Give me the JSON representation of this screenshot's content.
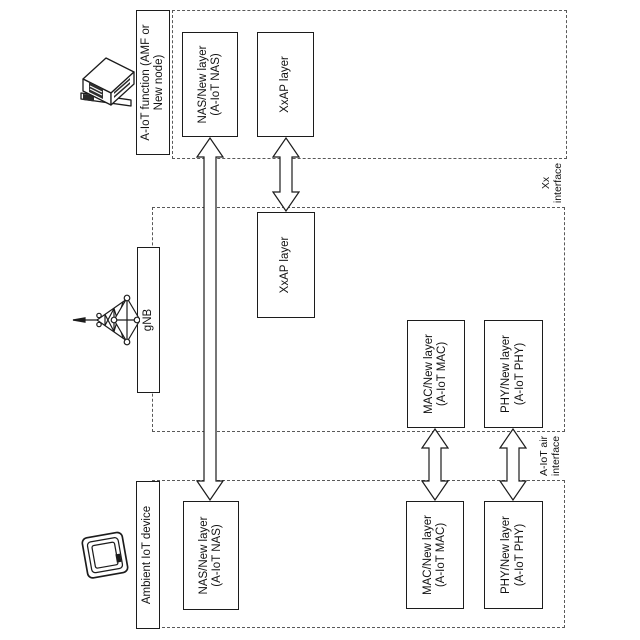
{
  "regions": {
    "device": {
      "label_line1": "Ambient IoT device",
      "icon": "rfid-tag-icon",
      "boxes": {
        "nas": {
          "line1": "NAS/New layer",
          "line2": "(A-IoT NAS)"
        },
        "mac": {
          "line1": "MAC/New layer",
          "line2": "(A-IoT MAC)"
        },
        "phy": {
          "line1": "PHY/New layer",
          "line2": "(A-IoT PHY)"
        }
      }
    },
    "gnb": {
      "label_line1": "gNB",
      "icon": "antenna-tower-icon",
      "boxes": {
        "xxap": {
          "line1": "XxAP layer"
        },
        "mac": {
          "line1": "MAC/New layer",
          "line2": "(A-IoT MAC)"
        },
        "phy": {
          "line1": "PHY/New layer",
          "line2": "(A-IoT PHY)"
        }
      }
    },
    "amf": {
      "label_line1": "A-IoT function (AMF or",
      "label_line2": "New node)",
      "icon": "server-computer-icon",
      "boxes": {
        "nas": {
          "line1": "NAS/New layer",
          "line2": "(A-IoT NAS)"
        },
        "xxap": {
          "line1": "XxAP layer"
        }
      }
    }
  },
  "interfaces": {
    "air": {
      "line1": "A-IoT air",
      "line2": "interface"
    },
    "xx": {
      "line1": "Xx",
      "line2": "interface"
    }
  },
  "connections": [
    {
      "from": "Ambient IoT device NAS/New layer",
      "to": "A-IoT function NAS/New layer",
      "style": "hollow-double-arrow"
    },
    {
      "from": "gNB XxAP layer",
      "to": "A-IoT function XxAP layer",
      "style": "hollow-double-arrow"
    },
    {
      "from": "Ambient IoT device MAC/New layer",
      "to": "gNB MAC/New layer",
      "style": "hollow-double-arrow"
    },
    {
      "from": "Ambient IoT device PHY/New layer",
      "to": "gNB PHY/New layer",
      "style": "hollow-double-arrow"
    }
  ],
  "colors": {
    "background": "#ffffff",
    "solid_line": "#1c1c1c",
    "dashed_border": "#595959",
    "box_fill": "#ffffff",
    "text": "#111111"
  }
}
